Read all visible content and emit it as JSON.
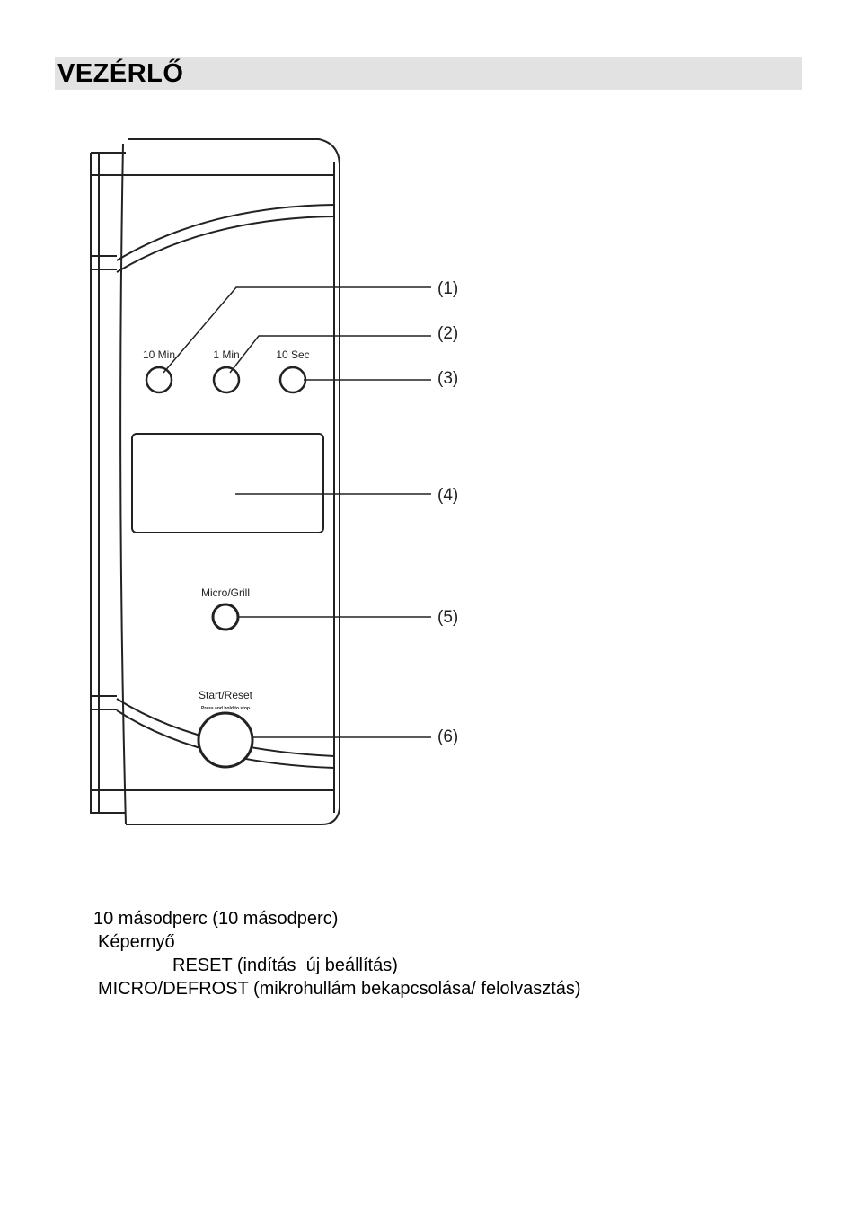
{
  "title": "VEZÉRLŐ",
  "panel": {
    "buttons": {
      "ten_min": "10 Min",
      "one_min": "1 Min",
      "ten_sec": "10 Sec",
      "micro_grill": "Micro/Grill",
      "start_reset": "Start/Reset",
      "start_reset_sub": "Press and hold to stop"
    },
    "callouts": [
      "(1)",
      "(2)",
      "(3)",
      "(4)",
      "(5)",
      "(6)"
    ]
  },
  "legend": [
    "10 másodperc (10 másodperc)",
    "Képernyő",
    "RESET (indítás  új beállítás)",
    "MICRO/DEFROST (mikrohullám bekapcsolása/ felolvasztás)"
  ]
}
